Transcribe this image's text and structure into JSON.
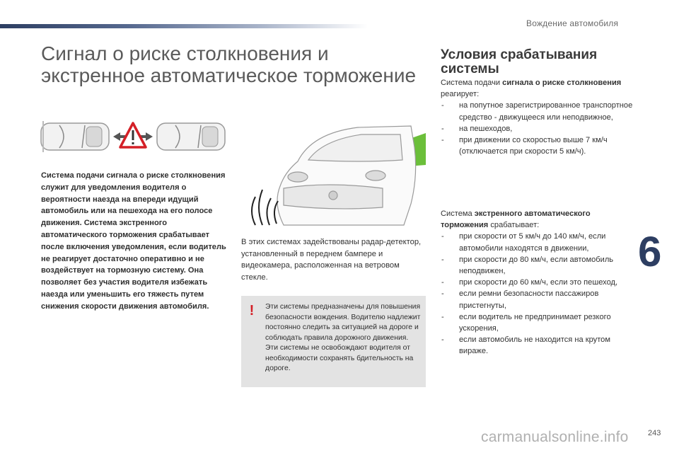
{
  "header": {
    "section_title": "Вождение автомобиля"
  },
  "main": {
    "title_line1": "Сигнал о риске столкновения и",
    "title_line2": "экстренное автоматическое торможение",
    "intro_bold": "Система подачи сигнала о риске столкновения служит для уведомления водителя о вероятности наезда на впереди идущий автомобиль или на пешехода на его полосе движения. Система экстренного автоматического торможения срабатывает после включения уведомления, если водитель не реагирует достаточно оперативно и не воздействует на тормозную систему. Она позволяет без участия водителя избежать наезда или уменьшить его тяжесть путем снижения скорости движения автомобиля.",
    "radar_text": "В этих системах задействованы радар-детектор, установленный в переднем бампере и видеокамера, расположенная на ветровом стекле.",
    "warning": {
      "icon": "exclamation-icon",
      "mark": "!",
      "text": "Эти системы предназначены для повышения безопасности вождения. Водителю надлежит постоянно следить за ситуацией на дороге и соблюдать правила дорожного движения. Эти системы не освобождают водителя от необходимости сохранять бдительность на дороге.",
      "bg_color": "#e3e3e3",
      "mark_color": "#d42027"
    },
    "illustrations": {
      "cars_icon": "collision-warning-diagram-icon",
      "photo_icon": "van-front-radar-photo-icon",
      "warning_triangle_color": "#d42027",
      "radar_cone_color": "#6bbf3a"
    }
  },
  "conditions": {
    "heading_line1": "Условия срабатывания",
    "heading_line2": "системы",
    "p1_prefix": "Система подачи ",
    "p1_bold": "сигнала о риске столкновения",
    "p1_suffix": " реагирует:",
    "p1_items": [
      "на попутное зарегистрированное транспортное средство - движущееся или неподвижное,",
      "на пешеходов,",
      "при движении со скоростью выше 7 км/ч (отключается при скорости 5 км/ч)."
    ],
    "p2_prefix": "Система ",
    "p2_bold": "экстренного автоматического торможения",
    "p2_suffix": " срабатывает:",
    "p2_items": [
      "при скорости от 5 км/ч до 140 км/ч, если автомобили находятся в движении,",
      "при скорости до 80 км/ч, если автомобиль неподвижен,",
      "при скорости до 60 км/ч, если это пешеход,",
      "если ремни безопасности пассажиров пристегнуты,",
      "если водитель не предпринимает резкого ускорения,",
      "если автомобиль не находится на крутом вираже."
    ]
  },
  "footer": {
    "chapter_number": "6",
    "page_number": "243",
    "watermark": "carmanualsonline.info"
  },
  "colors": {
    "accent": "#2d3e62",
    "warning_red": "#d42027"
  }
}
